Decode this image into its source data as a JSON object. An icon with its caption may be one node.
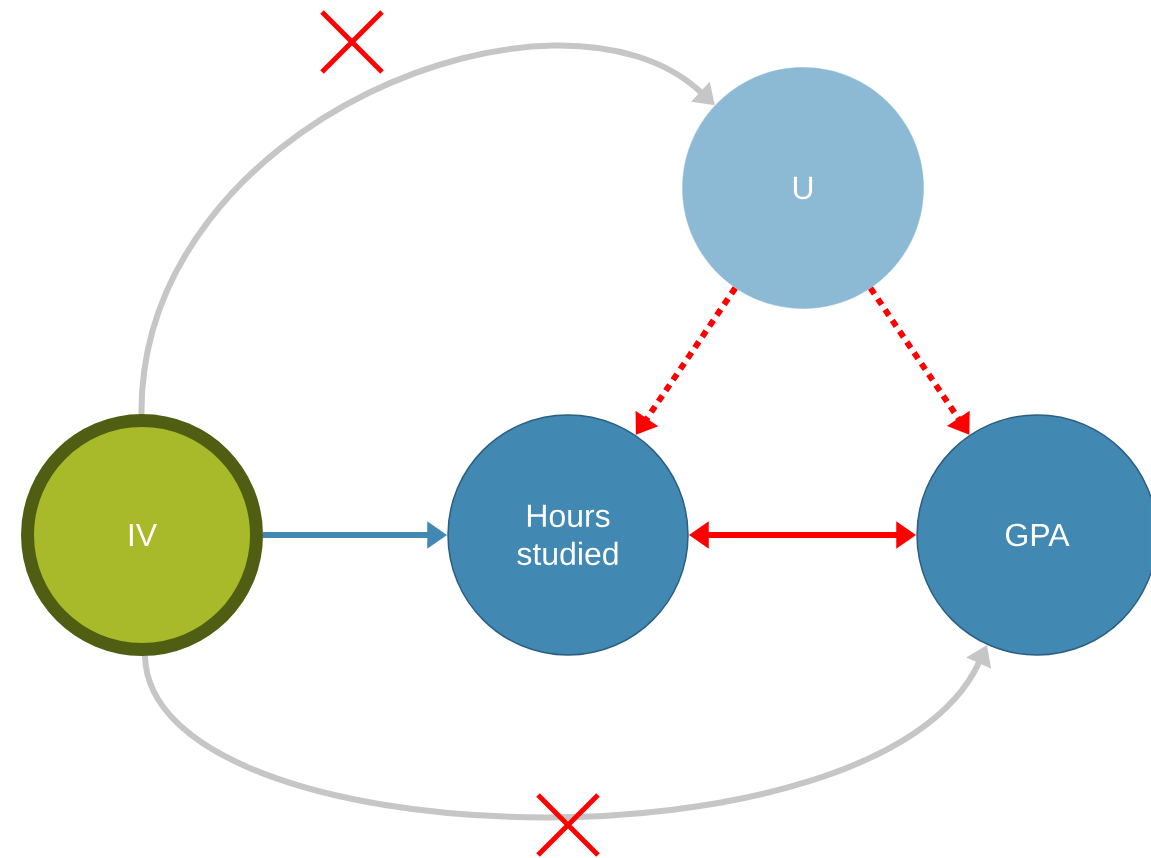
{
  "diagram": {
    "nodes": [
      {
        "text": [
          "U"
        ]
      },
      {
        "text": [
          "IV"
        ]
      },
      {
        "text": [
          "Hours studied"
        ]
      },
      {
        "text": [
          "GPA"
        ]
      }
    ],
    "edges": [
      {
        "from": 1,
        "to": 2,
        "arrow": "to",
        "color": "#4189b3"
      },
      {
        "from": 2,
        "to": 3,
        "arrow": "both"
      },
      {
        "from": 0,
        "to": 2,
        "arrow": "to",
        "style": "dashed"
      },
      {
        "from": 0,
        "to": 3,
        "arrow": "to",
        "style": "dashed"
      },
      {
        "from": 1,
        "to": 0,
        "arrow": "to",
        "color": "#c6c6c6"
      },
      {
        "from": 1,
        "to": 3,
        "arrow": "to",
        "color": "#c6c6c6"
      }
    ]
  }
}
